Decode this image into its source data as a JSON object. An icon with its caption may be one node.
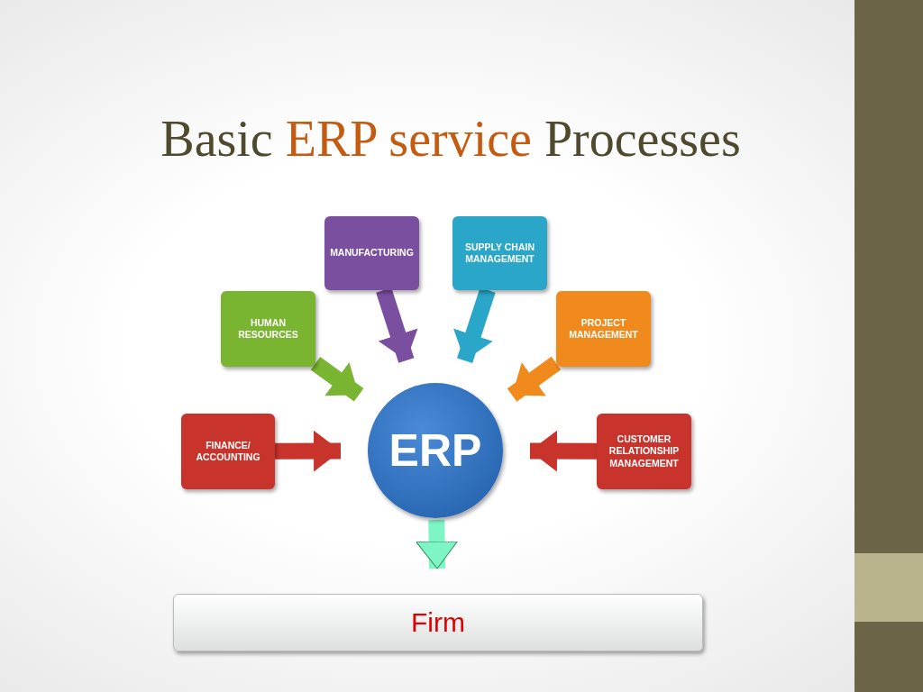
{
  "diagram": {
    "title": "Basic **ERP service** Processes",
    "nodes": [
      {
        "text": [
          "MANUFACTURING"
        ]
      },
      {
        "text": [
          "SUPPLY CHAIN MANAGEMENT"
        ]
      },
      {
        "text": [
          "HUMAN RESOURCES"
        ]
      },
      {
        "text": [
          "PROJECT MANAGEMENT"
        ]
      },
      {
        "text": [
          "FINANCE/ ACCOUNTING"
        ]
      },
      {
        "text": [
          "ERP"
        ]
      },
      {
        "text": [
          "CUSTOMER RELATIONSHIP MANAGEMENT"
        ]
      },
      {
        "text": [
          "Firm"
        ]
      }
    ],
    "edges": [
      {
        "from": 0,
        "to": 5,
        "arrow": "to",
        "color": "#7b4fa0"
      },
      {
        "from": 1,
        "to": 5,
        "arrow": "to",
        "color": "#2aa6c9"
      },
      {
        "from": 2,
        "to": 5,
        "arrow": "to",
        "color": "#7ab532"
      },
      {
        "from": 3,
        "to": 5,
        "arrow": "to",
        "color": "#f08a1c"
      },
      {
        "from": 4,
        "to": 5,
        "arrow": "to",
        "color": "#c8332c"
      },
      {
        "from": 6,
        "to": 5,
        "arrow": "to",
        "color": "#c8332c"
      },
      {
        "from": 5,
        "to": 7,
        "arrow": "to",
        "color": "#7ef5c4"
      }
    ]
  }
}
